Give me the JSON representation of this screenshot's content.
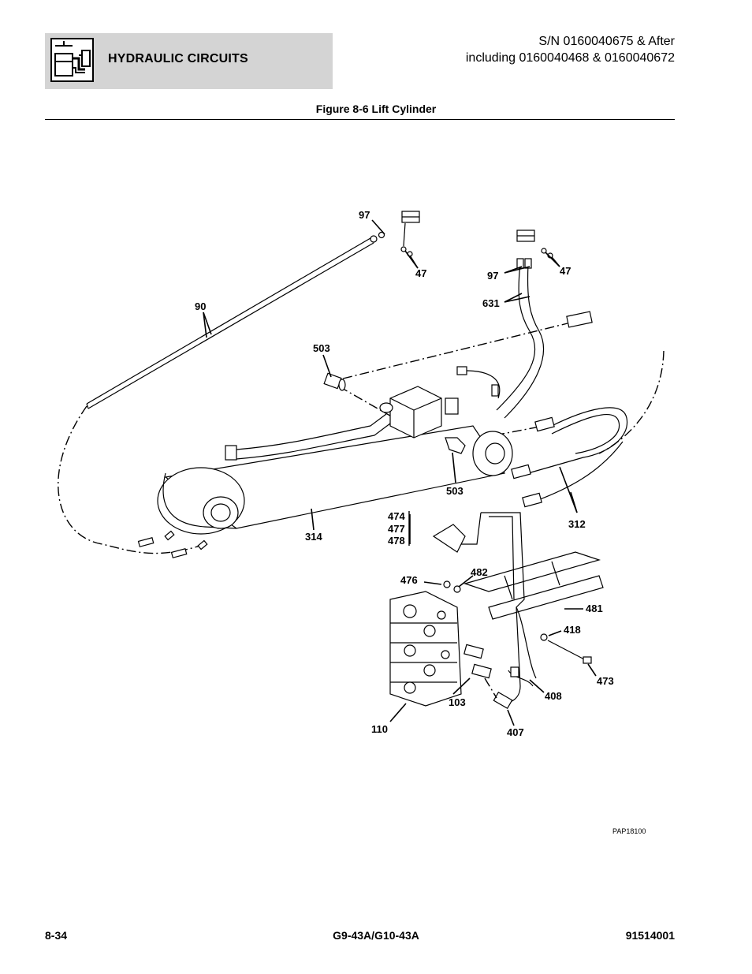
{
  "header": {
    "section_icon": "hydraulic-circuit-icon",
    "section_title": "HYDRAULIC CIRCUITS",
    "serial_line_1": "S/N 0160040675 & After",
    "serial_line_2": "including 0160040468 & 0160040672"
  },
  "figure": {
    "title": "Figure 8-6 Lift Cylinder",
    "reference_code": "PAP18100",
    "callouts": {
      "c97_left": "97",
      "c47_left": "47",
      "c97_right": "97",
      "c47_right": "47",
      "c631": "631",
      "c90": "90",
      "c503_top": "503",
      "c503_bottom": "503",
      "c314": "314",
      "c312": "312",
      "c474": "474",
      "c477": "477",
      "c478": "478",
      "c476": "476",
      "c482": "482",
      "c481": "481",
      "c418": "418",
      "c473": "473",
      "c408": "408",
      "c103": "103",
      "c110": "110",
      "c407": "407"
    }
  },
  "footer": {
    "page_number": "8-34",
    "model": "G9-43A/G10-43A",
    "doc_number": "91514001"
  }
}
